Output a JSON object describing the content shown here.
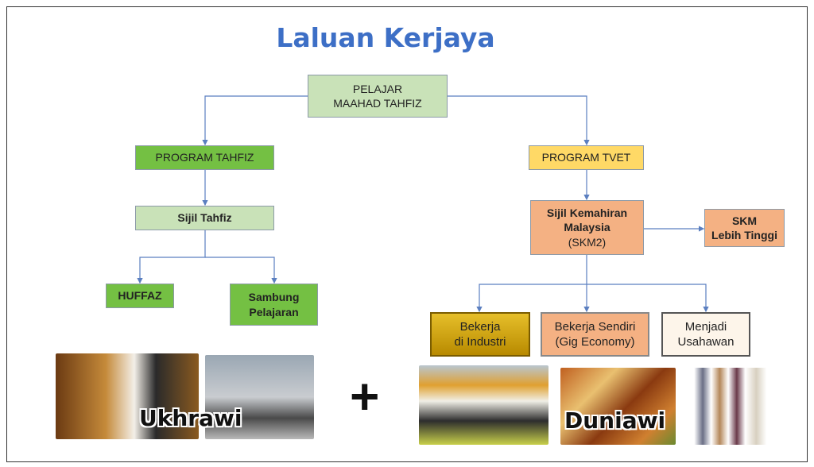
{
  "title": "Laluan Kerjaya",
  "root": {
    "line1": "PELAJAR",
    "line2": "MAAHAD TAHFIZ"
  },
  "tahfiz": {
    "program": "PROGRAM TAHFIZ",
    "certificate": "Sijil Tahfiz",
    "outcomes": [
      "HUFFAZ",
      "Sambung",
      "Pelajaran"
    ]
  },
  "tvet": {
    "program": "PROGRAM TVET",
    "certificate": {
      "line1": "Sijil Kemahiran",
      "line2": "Malaysia",
      "line3": "(SKM2)"
    },
    "higher": {
      "line1": "SKM",
      "line2": "Lebih Tinggi"
    },
    "outcomes": [
      {
        "line1": "Bekerja",
        "line2": "di Industri"
      },
      {
        "line1": "Bekerja Sendiri",
        "line2": "(Gig Economy)"
      },
      {
        "line1": "Menjadi",
        "line2": "Usahawan"
      }
    ]
  },
  "bottom": {
    "left_label": "Ukhrawi",
    "plus": "+",
    "right_label": "Duniawi"
  },
  "colors": {
    "title": "#3d6fc6",
    "light_green": "#c9e2b8",
    "green": "#74c043",
    "yellow": "#ffd966",
    "orange": "#f4b183",
    "connector": "#5b7fc0"
  }
}
